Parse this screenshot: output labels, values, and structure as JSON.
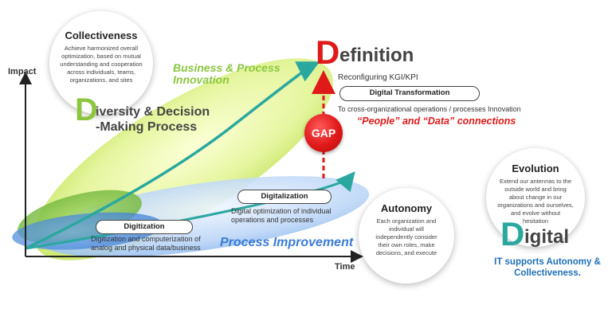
{
  "axes": {
    "y_label": "Impact",
    "x_label": "Time"
  },
  "collectiveness": {
    "title": "Collectiveness",
    "body": "Achieve harmonized overall optimization, based on mutual understanding and cooperation across individuals, teams, organizations, and sites"
  },
  "diversity": {
    "letter": "D",
    "line1": "iversity & Decision",
    "line2": "-Making Process"
  },
  "business_innovation": {
    "line1": "Business & Process",
    "line2": "Innovation"
  },
  "definition": {
    "letter": "D",
    "rest": "efinition",
    "subtitle": "Reconfiguring KGI/KPI"
  },
  "digital_transformation": {
    "label": "Digital Transformation",
    "desc": "To cross-organizational operations / processes Innovation",
    "connections": "“People” and “Data” connections"
  },
  "gap": {
    "label": "GAP"
  },
  "digitalization": {
    "label": "Digitalization",
    "desc_line1": "Digital optimization of individual",
    "desc_line2": "operations and processes"
  },
  "digitization": {
    "label": "Digitization",
    "desc_line1": "Digitization and computerization of",
    "desc_line2": "analog and physical data/business"
  },
  "process_improvement": {
    "label": "Process Improvement"
  },
  "autonomy": {
    "title": "Autonomy",
    "body": "Each organization and individual will independently consider their own roles, make decisions, and execute"
  },
  "evolution": {
    "title": "Evolution",
    "body": "Extend our antennas to the outside world and bring about change in our organizations and ourselves, and evolve without hesitation"
  },
  "digital": {
    "letter": "D",
    "rest": "igital",
    "line1": "IT supports Autonomy &",
    "line2": "Collectiveness."
  },
  "colors": {
    "green": "#8cc63f",
    "blue": "#3a7bd5",
    "teal": "#2aa8a0",
    "red": "#e01919",
    "navy": "#1f6fb5"
  }
}
